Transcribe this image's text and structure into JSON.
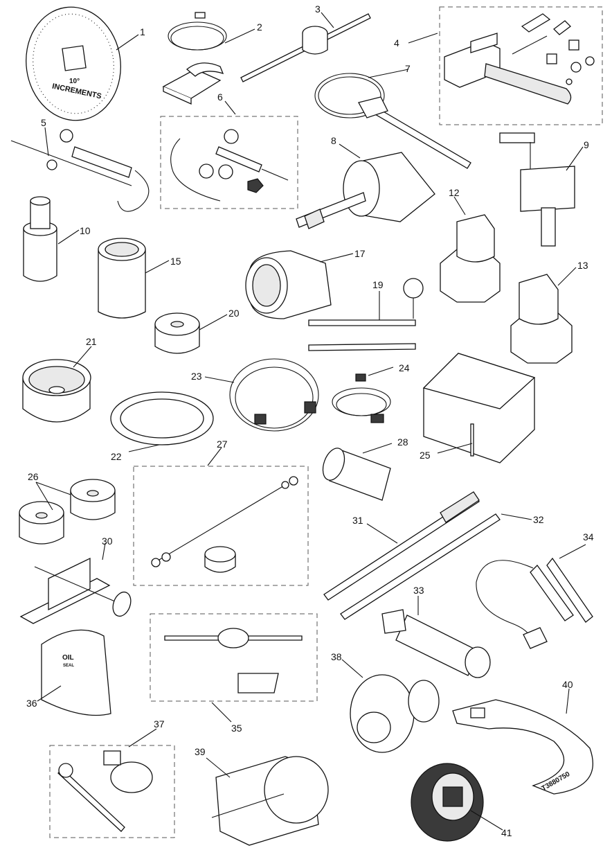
{
  "dial_text": {
    "top": "10°",
    "bottom": "INCREMENTS"
  },
  "seal_text": {
    "line1": "OIL",
    "line2": "SEAL"
  },
  "spanner_text": "T3880750",
  "callouts": [
    "1",
    "2",
    "3",
    "4",
    "5",
    "6",
    "7",
    "8",
    "9",
    "10",
    "12",
    "13",
    "15",
    "17",
    "19",
    "20",
    "21",
    "22",
    "23",
    "24",
    "25",
    "26",
    "27",
    "28",
    "30",
    "31",
    "32",
    "33",
    "34",
    "35",
    "36",
    "37",
    "38",
    "39",
    "40",
    "41"
  ]
}
